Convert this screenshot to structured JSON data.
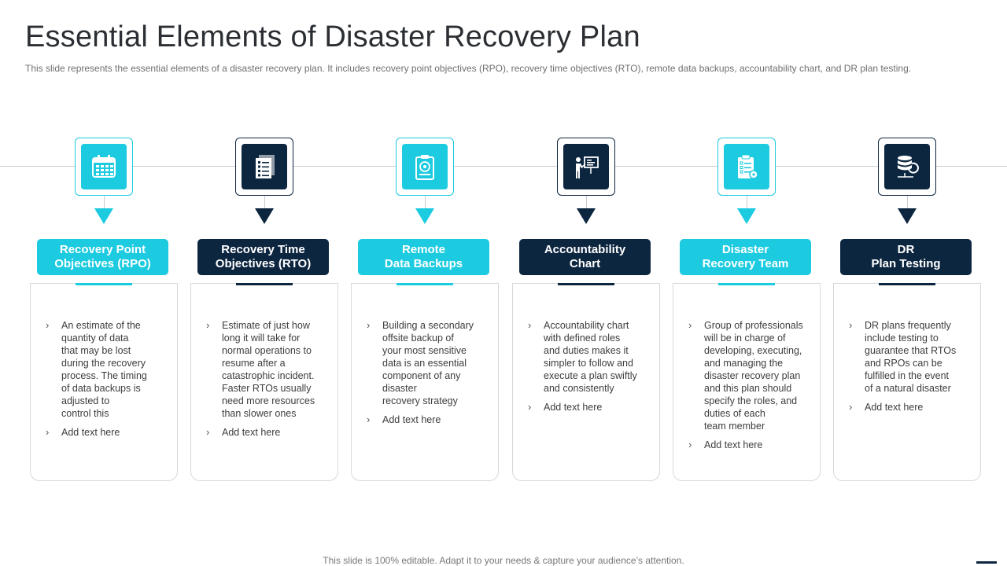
{
  "title": "Essential Elements of Disaster Recovery Plan",
  "subtitle": "This slide represents the essential elements of a disaster recovery plan. It includes recovery point objectives (RPO), recovery time objectives (RTO), remote data backups, accountability chart, and DR plan testing.",
  "colors": {
    "cyan": "#1ccbe0",
    "navy": "#0d2640"
  },
  "columns": [
    {
      "heading": "Recovery Point\nObjectives (RPO)",
      "icon": "calendar-icon",
      "variant": "cyan",
      "bullets": [
        "An estimate of the\nquantity of data\nthat may be lost\nduring the recovery\nprocess. The timing\nof data backups is\nadjusted to\ncontrol this",
        "Add text here"
      ]
    },
    {
      "heading": "Recovery Time\nObjectives (RTO)",
      "icon": "document-checklist-icon",
      "variant": "navy",
      "bullets": [
        "Estimate of just how\nlong it will take for\nnormal operations to\nresume after a\ncatastrophic incident.\nFaster RTOs usually\nneed more resources\nthan slower ones",
        "Add text here"
      ]
    },
    {
      "heading": "Remote\nData Backups",
      "icon": "clipboard-backup-icon",
      "variant": "cyan",
      "bullets": [
        "Building a secondary\noffsite backup of\nyour most sensitive\ndata is an essential\ncomponent of any\ndisaster\nrecovery strategy",
        "Add text here"
      ]
    },
    {
      "heading": "Accountability\nChart",
      "icon": "presenter-chart-icon",
      "variant": "navy",
      "bullets": [
        "Accountability chart\nwith defined roles\nand duties makes it\nsimpler to follow and\nexecute a plan swiftly\nand consistently",
        "Add text here"
      ]
    },
    {
      "heading": "Disaster\nRecovery Team",
      "icon": "clipboard-gear-icon",
      "variant": "cyan",
      "bullets": [
        "Group of professionals\nwill be in charge of\ndeveloping, executing,\nand managing the\ndisaster recovery plan\nand this plan should\nspecify the roles, and\nduties of each\nteam member",
        "Add text here"
      ]
    },
    {
      "heading": "DR\nPlan Testing",
      "icon": "database-restore-icon",
      "variant": "navy",
      "bullets": [
        "DR plans frequently\ninclude testing to\nguarantee that RTOs\nand RPOs can be\nfulfilled in the event\nof a natural disaster",
        "Add text here"
      ]
    }
  ],
  "footer": "This slide is 100% editable. Adapt it to your needs & capture your audience’s attention."
}
